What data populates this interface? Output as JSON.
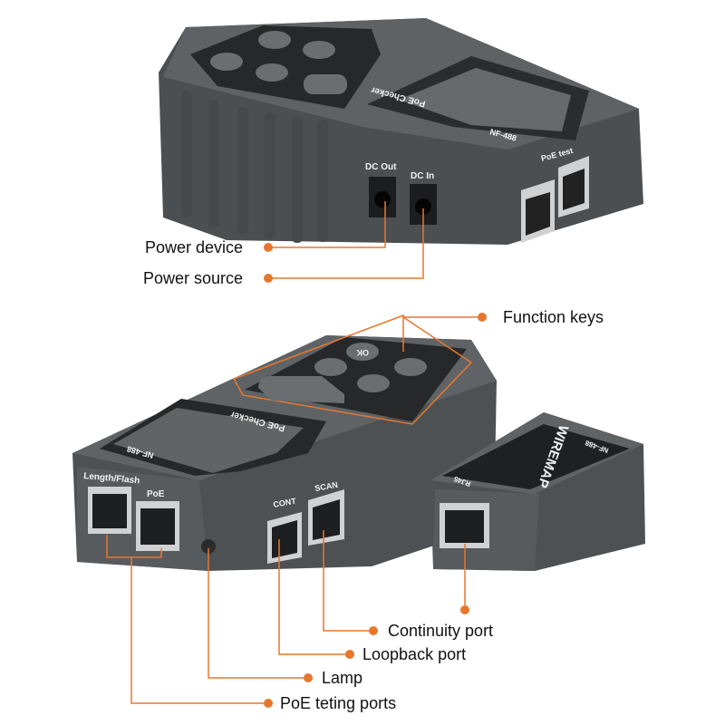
{
  "colors": {
    "accent": "#E8772E",
    "body": "#54585b",
    "panel": "#2b2d2f",
    "screen": "#5d6163"
  },
  "top_device": {
    "model": "NF-488",
    "brand": "PoE Checker",
    "dc_out": "DC Out",
    "dc_in": "DC In",
    "poe_test": "PoE test"
  },
  "bottom_device": {
    "model": "NF-488",
    "brand": "PoE Checker",
    "port_length_flash": "Length/Flash",
    "port_poe": "PoE",
    "port_cont": "CONT",
    "port_scan": "SCAN",
    "keys": {
      "ok": "OK",
      "power": "power-icon",
      "light": "light-icon",
      "back": "back-icon",
      "up": "triangle-icon",
      "down": "triangle-icon"
    }
  },
  "remote": {
    "model": "NF-488",
    "name": "WIREMAP",
    "port": "RJ45"
  },
  "callouts": {
    "power_device": "Power device",
    "power_source": "Power source",
    "function_keys": "Function keys",
    "continuity_port": "Continuity port",
    "loopback_port": "Loopback port",
    "lamp": "Lamp",
    "poe_ports": "PoE teting ports"
  }
}
